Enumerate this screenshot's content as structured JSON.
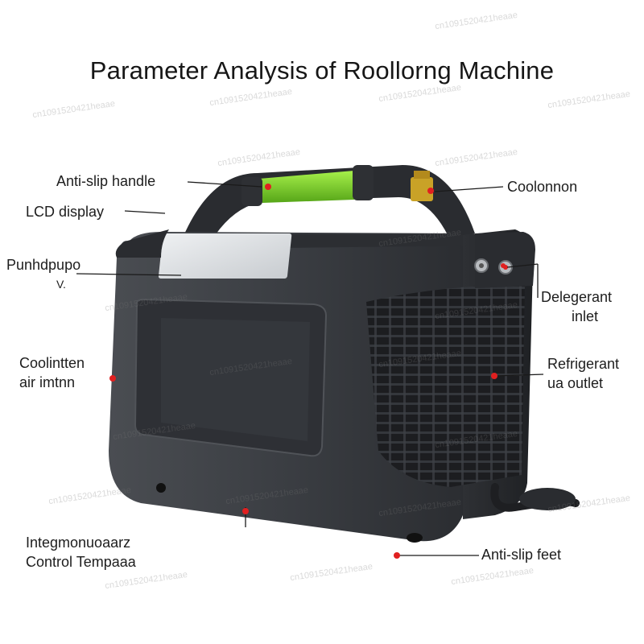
{
  "title": "Parameter Analysis of Roollorng Machine",
  "labels": {
    "anti_slip_handle": "Anti-slip handle",
    "lcd_display": "LCD display",
    "pushbutton": "Punhdpupo",
    "pushbutton_2": "V.",
    "cooling_air_intake_1": "Coolintten",
    "cooling_air_intake_2": "air imtnn",
    "integrated_control_1": "Integmonuoaarz",
    "integrated_control_2": "Control Tempaaa",
    "cool_outlet": "Coolonnon",
    "refrigerant_inlet_1": "Delegerant",
    "refrigerant_inlet_2": "inlet",
    "refrigerant_outlet_1": "Refrigerant",
    "refrigerant_outlet_2": "ua outlet",
    "anti_slip_feet": "Anti-slip feet"
  },
  "watermark": "cn1091520421heaae",
  "colors": {
    "body": "#3c3f44",
    "body_dark": "#25272b",
    "handle_green": "#7ed321",
    "marker_red": "#e02020",
    "valve_gold": "#c9a227"
  }
}
